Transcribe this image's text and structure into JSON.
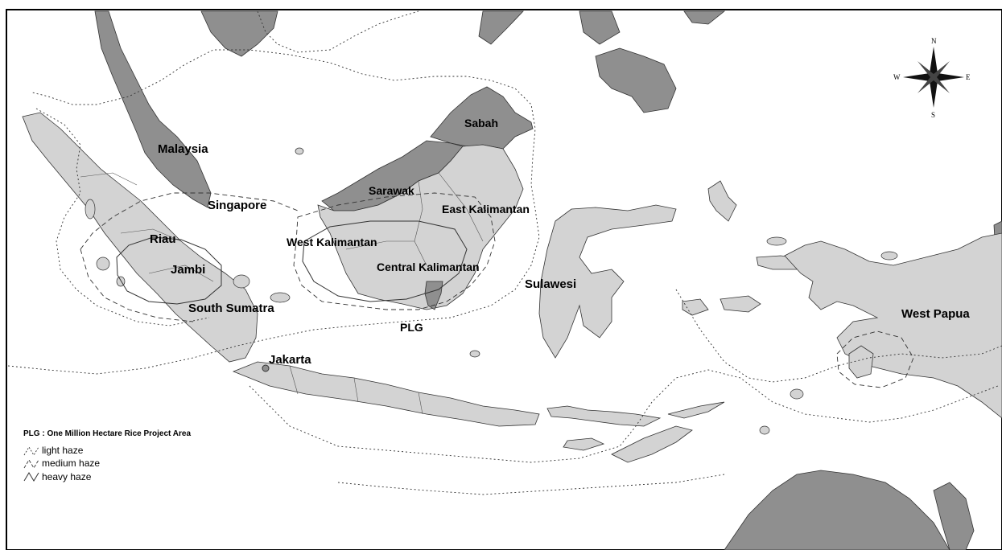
{
  "map": {
    "labels": {
      "malaysia": "Malaysia",
      "singapore": "Singapore",
      "riau": "Riau",
      "jambi": "Jambi",
      "south_sumatra": "South Sumatra",
      "jakarta": "Jakarta",
      "sabah": "Sabah",
      "sarawak": "Sarawak",
      "east_kalimantan": "East Kalimantan",
      "west_kalimantan": "West Kalimantan",
      "central_kalimantan": "Central Kalimantan",
      "plg": "PLG",
      "sulawesi": "Sulawesi",
      "west_papua": "West Papua"
    },
    "compass": {
      "n": "N",
      "s": "S",
      "e": "E",
      "w": "W"
    },
    "colors": {
      "indonesia_land": "#d3d3d3",
      "other_land": "#8f8f8f",
      "water": "#ffffff",
      "outline": "#333333"
    }
  },
  "legend": {
    "title": "PLG : One Million Hectare Rice Project Area",
    "items": [
      {
        "label": "light haze",
        "style": "dotted"
      },
      {
        "label": "medium haze",
        "style": "dashed"
      },
      {
        "label": "heavy haze",
        "style": "solid"
      }
    ]
  }
}
